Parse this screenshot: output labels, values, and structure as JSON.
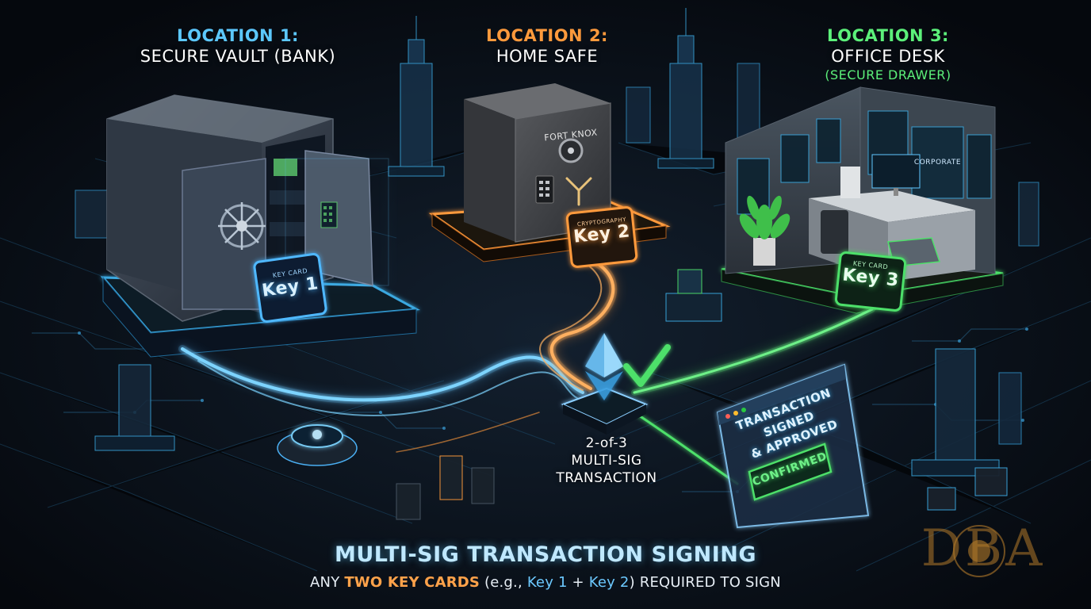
{
  "locations": [
    {
      "title": "LOCATION 1:",
      "subtitle": "SECURE VAULT (BANK)",
      "color": "#5cc8ff"
    },
    {
      "title": "LOCATION 2:",
      "subtitle": "HOME SAFE",
      "color": "#ff9a3c"
    },
    {
      "title": "LOCATION 3:",
      "subtitle": "OFFICE DESK",
      "subtitle2": "(SECURE DRAWER)",
      "color": "#5cf07a"
    }
  ],
  "keys": [
    {
      "label": "Key 1",
      "small": "KEY CARD",
      "color": "#4fb8ff"
    },
    {
      "label": "Key 2",
      "small": "CRYPTOGRAPHY",
      "color": "#ff9a3c"
    },
    {
      "label": "Key 3",
      "small": "KEY CARD",
      "color": "#5cf07a"
    }
  ],
  "safe_brand": "FORT KNOX",
  "office_sign": "CORPORATE",
  "multisig": {
    "line1": "2-of-3",
    "line2": "MULTI-SIG",
    "line3": "TRANSACTION"
  },
  "confirm_panel": {
    "line1": "TRANSACTION SIGNED",
    "line2": "& APPROVED",
    "badge": "CONFIRMED"
  },
  "footer": {
    "title": "MULTI-SIG TRANSACTION SIGNING",
    "sub_prefix": "ANY ",
    "sub_highlight": "TWO KEY CARDS",
    "sub_mid": " (e.g., ",
    "sub_key1": "Key 1",
    "sub_plus": " + ",
    "sub_key2": "Key 2",
    "sub_suffix": ") REQUIRED TO SIGN"
  },
  "watermark": "DBA",
  "icons": [
    "bank-vault-icon",
    "home-safe-icon",
    "office-desk-icon",
    "ethereum-icon",
    "checkmark-icon"
  ]
}
